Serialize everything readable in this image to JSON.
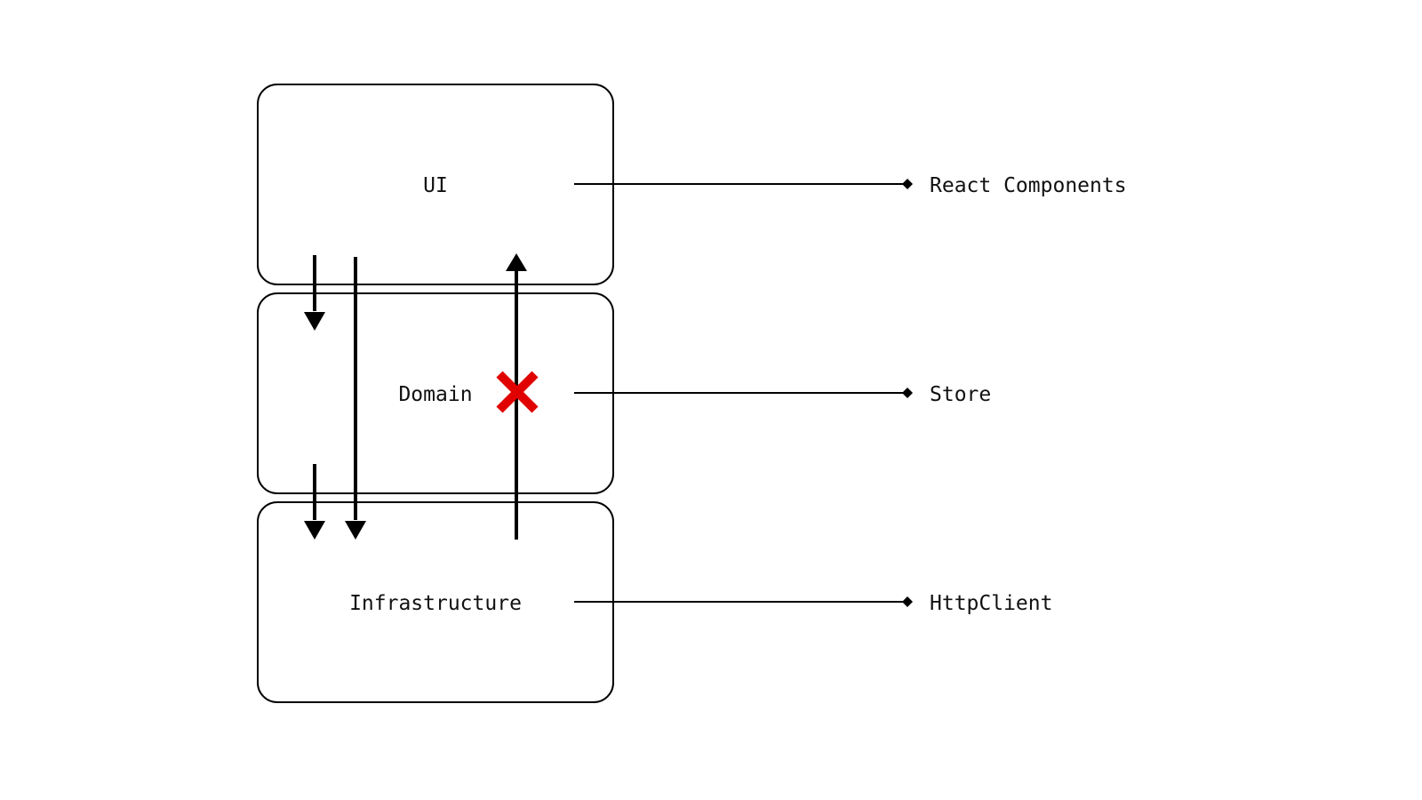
{
  "layers": [
    {
      "id": "ui",
      "label": "UI",
      "annotation": "React Components"
    },
    {
      "id": "domain",
      "label": "Domain",
      "annotation": "Store"
    },
    {
      "id": "infrastructure",
      "label": "Infrastructure",
      "annotation": "HttpClient"
    }
  ],
  "dependencies": [
    {
      "from": "UI",
      "to": "Domain",
      "allowed": true
    },
    {
      "from": "UI",
      "to": "Infrastructure",
      "allowed": true
    },
    {
      "from": "Domain",
      "to": "Infrastructure",
      "allowed": true
    },
    {
      "from": "Infrastructure",
      "to": "UI",
      "allowed": false
    }
  ],
  "colors": {
    "stroke": "#000000",
    "text": "#111111",
    "forbidden_mark": "#e00000",
    "background": "#ffffff"
  },
  "icons": {
    "forbidden": "red-x-icon",
    "connector_end": "diamond-icon"
  }
}
